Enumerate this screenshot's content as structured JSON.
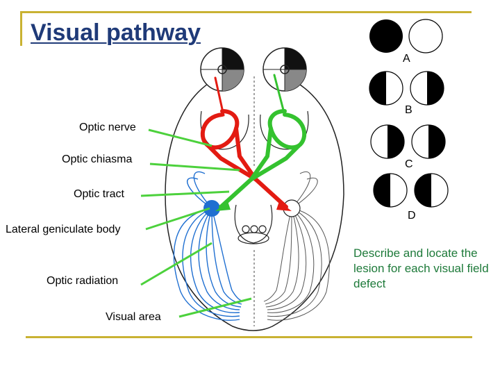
{
  "title": "Visual pathway",
  "labels": {
    "optic_nerve": "Optic nerve",
    "optic_chiasma": "Optic chiasma",
    "optic_tract": "Optic tract",
    "lgb": "Lateral geniculate body",
    "optic_radiation": "Optic  radiation",
    "visual_area": "Visual area"
  },
  "field_defects": [
    "A",
    "B",
    "C",
    "D"
  ],
  "question": "Describe and locate the lesion for each visual field defect",
  "colors": {
    "frame": "#c9b232",
    "title": "#1f3a78",
    "pointer_lines": "#4cd13c",
    "left_pathway": "#e31b12",
    "right_pathway": "#34c22f",
    "radiation": "#1f6fd1",
    "question_text": "#1e7a3a"
  }
}
